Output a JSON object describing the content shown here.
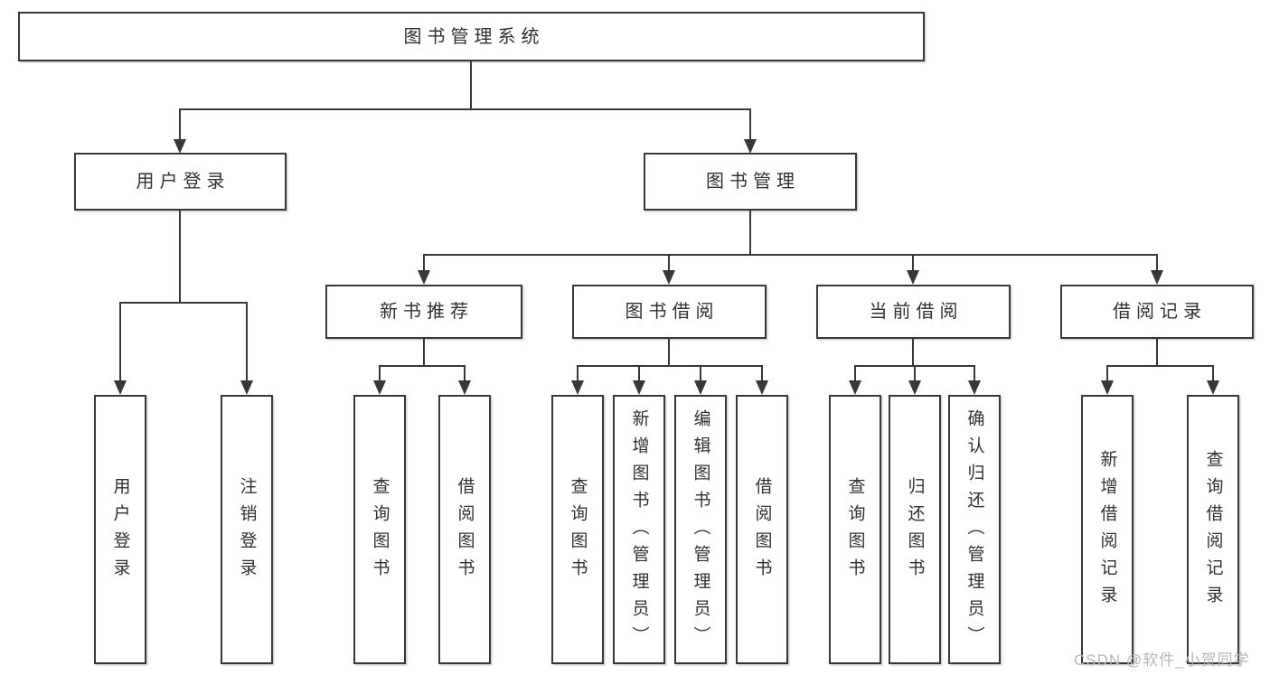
{
  "nodes": {
    "system": "图书管理系统",
    "user_login": "用户登录",
    "book_management": "图书管理",
    "new_book_recommend": "新书推荐",
    "book_borrowing": "图书借阅",
    "current_borrowing": "当前借阅",
    "borrowing_records": "借阅记录",
    "leaf_user_login": "用户登录",
    "leaf_logout": "注销登录",
    "leaf_recommend_query_book": "查询图书",
    "leaf_recommend_borrow_book": "借阅图书",
    "leaf_borrowing_query_book": "查询图书",
    "leaf_borrowing_add_book": "新增图书（管理员）",
    "leaf_borrowing_edit_book": "编辑图书（管理员）",
    "leaf_borrowing_borrow_book": "借阅图书",
    "leaf_current_query_book": "查询图书",
    "leaf_current_return_book": "归还图书",
    "leaf_current_confirm_return": "确认归还（管理员）",
    "leaf_records_add_record": "新增借阅记录",
    "leaf_records_query_record": "查询借阅记录"
  },
  "watermark": "CSDN @软件_小贺同学",
  "colors": {
    "line": "#383838",
    "text": "#303030",
    "watermark": "#b4b8bc",
    "background": "#ffffff"
  }
}
